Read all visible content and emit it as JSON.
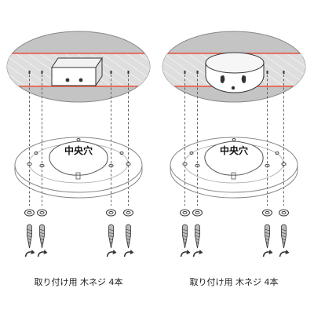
{
  "panels": [
    {
      "fixture": "square-junction-box",
      "center_hole_label": "中央穴",
      "caption": "取り付け用 木ネジ 4本"
    },
    {
      "fixture": "round-ceiling-box",
      "center_hole_label": "中央穴",
      "caption": "取り付け用 木ネジ 4本"
    }
  ],
  "colors": {
    "ceiling_gray": "#c4c4c4",
    "stripe_red": "#e8503c",
    "line": "#333333"
  }
}
